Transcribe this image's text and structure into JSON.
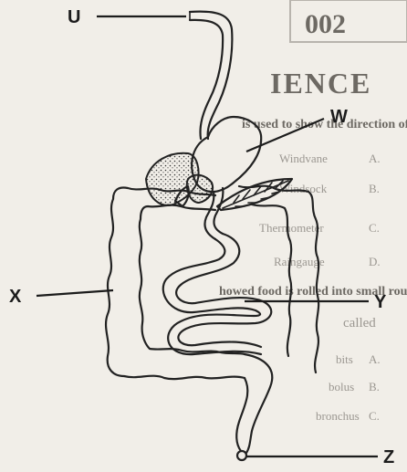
{
  "diagram": {
    "labels": {
      "u": "U",
      "w": "W",
      "x": "X",
      "y": "Y",
      "z": "Z"
    }
  },
  "background_bleed_through": {
    "heading_fragment": "002",
    "section_fragment": "IENCE",
    "question_fragment": "is used to show the direction of win",
    "option_a": "Windvane",
    "option_b": "Windsock",
    "option_c": "Thermometer",
    "option_d": "Raingauge",
    "question2_fragment": "howed food is rolled into small round b",
    "question2_end": "called",
    "option2_a": "bits",
    "option2_b": "bolus",
    "option2_c": "bronchus",
    "letter_a": "A.",
    "letter_b": "B.",
    "letter_c": "C.",
    "letter_d": "D.",
    "letter2_a": "A.",
    "letter2_b": "B.",
    "letter2_c": "C."
  }
}
